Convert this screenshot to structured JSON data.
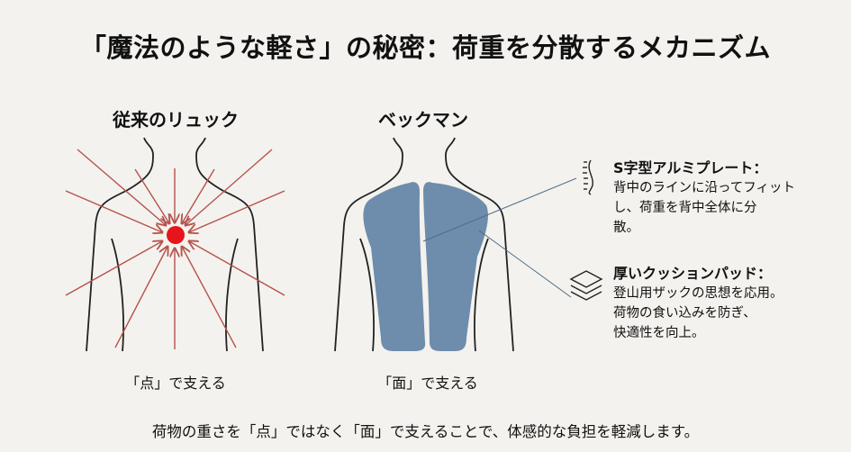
{
  "title": "「魔法のような軽さ」の秘密：荷重を分散するメカニズム",
  "left_panel": {
    "heading": "従来のリュック",
    "caption": "「点」で支える",
    "icon": "red-point-load-with-arrows",
    "colors": {
      "point": "#e8141b",
      "arrows": "#b6524c"
    }
  },
  "right_panel": {
    "heading": "ベックマン",
    "caption": "「面」で支える",
    "colors": {
      "pads": "#6e8cab"
    }
  },
  "features": [
    {
      "icon": "spine-icon",
      "title": "S字型アルミプレート：",
      "lines": [
        "背中のラインに沿ってフィット",
        "し、荷重を背中全体に分",
        "散。"
      ]
    },
    {
      "icon": "layers-icon",
      "title": "厚いクッションパッド：",
      "lines": [
        "登山用ザックの思想を応用。",
        "荷物の食い込みを防ぎ、",
        "快適性を向上。"
      ]
    }
  ],
  "footer": "荷物の重さを「点」ではなく「面」で支えることで、体感的な負担を軽減します。"
}
